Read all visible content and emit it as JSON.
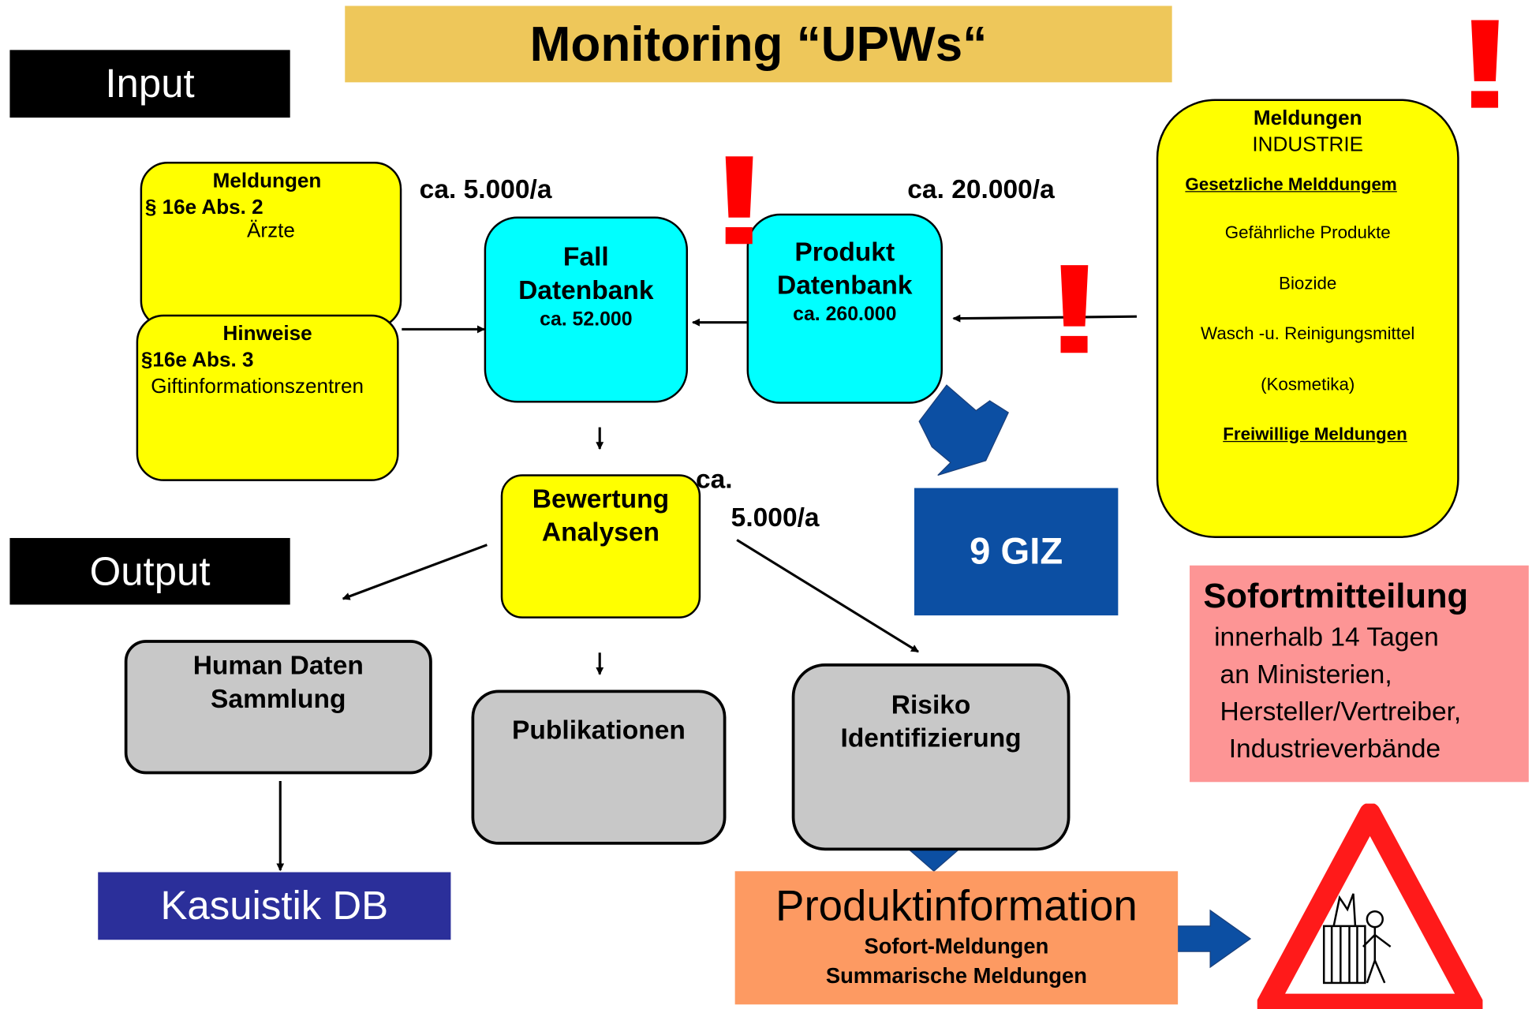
{
  "title": "Monitoring “UPWs“",
  "input_label": "Input",
  "output_label": "Output",
  "meldungen_aerzte": {
    "title": "Meldungen",
    "paragraph": "§ 16e Abs. 2",
    "source": "Ärzte"
  },
  "hinweise_giz": {
    "title": "Hinweise",
    "paragraph": "§16e Abs. 3",
    "source": "Giftinformationszentren"
  },
  "fall_db": {
    "title_line1": "Fall",
    "title_line2": "Datenbank",
    "count": "ca. 52.000"
  },
  "produkt_db": {
    "title_line1": "Produkt",
    "title_line2": "Datenbank",
    "count": "ca. 260.000"
  },
  "industrie": {
    "title": "Meldungen",
    "subtitle": "INDUSTRIE",
    "legal_heading": "Gesetzliche Melddungem",
    "items": [
      "Gefährliche Produkte",
      "Biozide",
      "Wasch -u. Reinigungsmittel",
      "(Kosmetika)"
    ],
    "voluntary_heading": "Freiwillige Meldungen"
  },
  "rate_fall": "ca. 5.000/a",
  "rate_produkt": "ca. 20.000/a",
  "rate_bewertung_line1": "ca.",
  "rate_bewertung_line2": "5.000/a",
  "bewertung": {
    "line1": "Bewertung",
    "line2": "Analysen"
  },
  "giz": "9 GIZ",
  "human_daten": {
    "line1": "Human Daten",
    "line2": "Sammlung"
  },
  "publikationen": "Publikationen",
  "risiko": {
    "line1": "Risiko",
    "line2": "Identifizierung"
  },
  "kasuistik": "Kasuistik DB",
  "produktinformation": {
    "title": "Produktinformation",
    "line1": "Sofort-Meldungen",
    "line2": "Summarische Meldungen"
  },
  "sofort": {
    "title": "Sofortmitteilung",
    "lines": [
      "innerhalb 14 Tagen",
      "an Ministerien,",
      "Hersteller/Vertreiber,",
      "Industrieverbände"
    ]
  },
  "exclamation": "!",
  "colors": {
    "title_bg": "#eec75a",
    "yellow": "#ffff00",
    "cyan": "#00ffff",
    "gray": "#c8c8c8",
    "giz_blue": "#0c4fa3",
    "arrow_blue": "#0c4fa3",
    "kasuistik": "#2b2f9a",
    "produktinfo": "#fd9a62",
    "sofort_bg": "#fd9595",
    "alert_red": "#ff0000"
  }
}
